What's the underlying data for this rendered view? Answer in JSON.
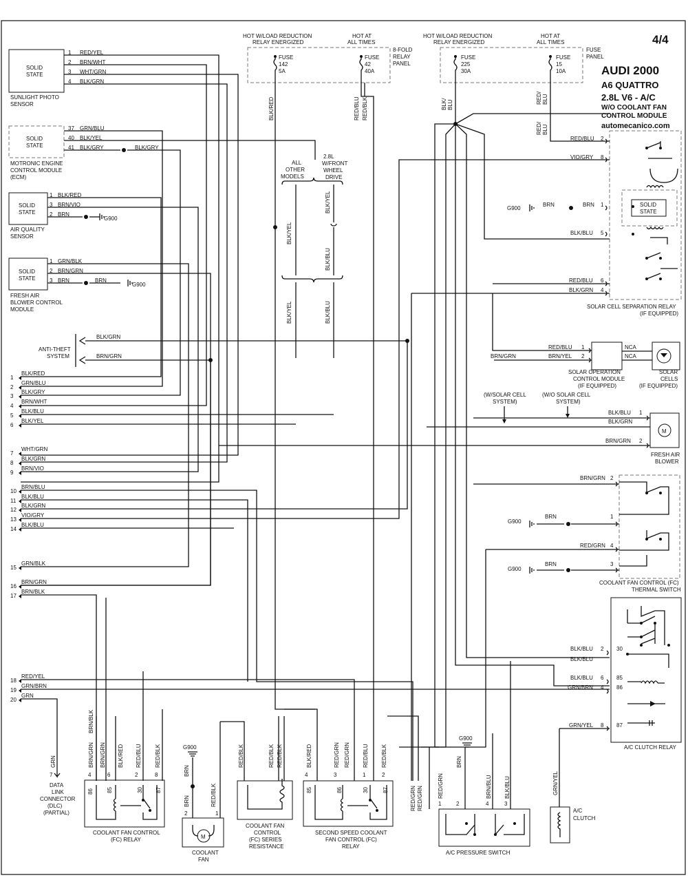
{
  "page": {
    "number": "4/4"
  },
  "title": {
    "make_year": "AUDI 2000",
    "model": "A6 QUATTRO",
    "engine": "2.8L  V6  -  A/C",
    "variant_line1": "W/O COOLANT FAN",
    "variant_line2": "CONTROL MODULE",
    "site": "automecanico.com"
  },
  "relay_panel": {
    "label_left_1": "HOT W/LOAD REDUCTION",
    "label_left_2": "RELAY ENERGIZED",
    "label_right_1": "HOT AT",
    "label_right_2": "ALL TIMES",
    "panel_name_1": "8-FOLD",
    "panel_name_2": "RELAY",
    "panel_name_3": "PANEL",
    "fuse_a": [
      "FUSE",
      "142",
      "5A"
    ],
    "fuse_b": [
      "FUSE",
      "42",
      "40A"
    ]
  },
  "fuse_panel": {
    "label_left_1": "HOT W/LOAD REDUCTION",
    "label_left_2": "RELAY ENERGIZED",
    "label_right_1": "HOT AT",
    "label_right_2": "ALL TIMES",
    "panel_name_1": "FUSE",
    "panel_name_2": "PANEL",
    "fuse_a": [
      "FUSE",
      "225",
      "30A"
    ],
    "fuse_b": [
      "FUSE",
      "15",
      "10A"
    ]
  },
  "components": {
    "sunlight_sensor": {
      "inner": [
        "SOLID",
        "STATE"
      ],
      "name": [
        "SUNLIGHT PHOTO",
        "SENSOR"
      ],
      "pins": [
        [
          "1",
          "RED/YEL"
        ],
        [
          "2",
          "BRN/WHT"
        ],
        [
          "3",
          "WHT/GRN"
        ],
        [
          "4",
          "BLK/GRN"
        ]
      ]
    },
    "ecm": {
      "inner": [
        "SOLID",
        "STATE"
      ],
      "name": [
        "MOTRONIC ENGINE",
        "CONTROL MODULE",
        "(ECM)"
      ],
      "pins": [
        [
          "37",
          "GRN/BLU"
        ],
        [
          "40",
          "BLK/YEL"
        ],
        [
          "41",
          "BLK/GRY"
        ]
      ],
      "splice_wire": "BLK/GRY"
    },
    "air_quality": {
      "inner": [
        "SOLID",
        "STATE"
      ],
      "name": [
        "AIR QUALITY",
        "SENSOR"
      ],
      "pins": [
        [
          "1",
          "BLK/RED"
        ],
        [
          "3",
          "BRN/VIO"
        ],
        [
          "2",
          "BRN"
        ]
      ],
      "ground": "G900"
    },
    "fresh_air_module": {
      "inner": [
        "SOLID",
        "STATE"
      ],
      "name": [
        "FRESH AIR",
        "BLOWER CONTROL",
        "MODULE"
      ],
      "pins": [
        [
          "1",
          "GRN/BLK"
        ],
        [
          "2",
          "BRN/GRN"
        ],
        [
          "3",
          "BRN"
        ]
      ],
      "splice_wire": "BRN",
      "ground": "G900"
    },
    "anti_theft": {
      "name": [
        "ANTI-THEFT",
        "SYSTEM"
      ],
      "wires": [
        "BLK/GRN",
        "BRN/GRN"
      ]
    },
    "solar_relay": {
      "name": [
        "SOLAR CELL SEPARATION RELAY",
        "(IF EQUIPPED)"
      ],
      "inner": [
        "SOLID",
        "STATE"
      ],
      "pins": [
        [
          "RED/BLU",
          "2"
        ],
        [
          "VIO/GRY",
          "8"
        ],
        [
          "BRN",
          "1"
        ],
        [
          "BLK/BLU",
          "5"
        ],
        [
          "RED/BLU",
          "6"
        ],
        [
          "BLK/GRN",
          "4"
        ]
      ],
      "ground_wire": "BRN",
      "ground": "G900"
    },
    "solar_module": {
      "name": [
        "SOLAR OPERATION",
        "CONTROL MODULE",
        "(IF EQUIPPED)"
      ],
      "pins": [
        [
          "RED/BLU",
          "1"
        ],
        [
          "BRN/YEL",
          "2"
        ]
      ],
      "left_wire": "BRN/GRN",
      "nca": "NCA"
    },
    "solar_cells": {
      "name": [
        "SOLAR",
        "CELLS",
        "(IF EQUIPPED)"
      ]
    },
    "solar_notes": {
      "with": [
        "(W/SOLAR CELL",
        "SYSTEM)"
      ],
      "without": [
        "(W/O SOLAR CELL",
        "SYSTEM)"
      ]
    },
    "fresh_air_blower": {
      "name": [
        "FRESH AIR",
        "BLOWER"
      ],
      "pins": [
        [
          "BLK/BLU",
          "1"
        ],
        [
          "BLK/GRN",
          ""
        ],
        [
          "BRN/GRN",
          "2"
        ]
      ],
      "motor": "M"
    },
    "thermal_switch": {
      "name": [
        "COOLANT FAN CONTROL (FC)",
        "THERMAL SWITCH"
      ],
      "pins": [
        [
          "BRN/GRN",
          "2"
        ],
        [
          "BRN",
          "1"
        ],
        [
          "RED/GRN",
          "4"
        ],
        [
          "BRN",
          "3"
        ]
      ],
      "ground_wire": "BRN",
      "ground": "G900"
    },
    "ac_clutch_relay": {
      "name": [
        "A/C CLUTCH RELAY"
      ],
      "pins": [
        [
          "BLK/BLU",
          "2",
          "30"
        ],
        [
          "BLK/BLU",
          "",
          ""
        ],
        [
          "BLK/BLU",
          "6",
          "85"
        ],
        [
          "GRN/BRN",
          "4",
          "86"
        ],
        [
          "GRN/YEL",
          "8",
          "87"
        ]
      ]
    },
    "engine_split": {
      "left": [
        "ALL",
        "OTHER",
        "MODELS"
      ],
      "right": [
        "2.8L",
        "W/FRONT",
        "WHEEL",
        "DRIVE"
      ],
      "wires": [
        "BLK/YEL",
        "BLK/YEL",
        "BLK/BLU",
        "BLK/YEL",
        "BLK/BLU"
      ]
    },
    "dlc": {
      "name": [
        "DATA",
        "LINK",
        "CONNECTOR",
        "(DLC)",
        "(PARTIAL)"
      ],
      "pin": "7",
      "wire": "GRN"
    },
    "fc_relay": {
      "name": [
        "COOLANT FAN CONTROL",
        "(FC) RELAY"
      ],
      "pins": [
        [
          "4",
          "BRN/GRN"
        ],
        [
          "6",
          "BRN/GRN"
        ],
        [
          "6",
          "BLK/RED"
        ],
        [
          "2",
          "RED/BLU"
        ],
        [
          "8",
          "RED/BLK"
        ]
      ],
      "terminals": [
        "86",
        "85",
        "30",
        "87"
      ],
      "top_wire": "BRN/BLK"
    },
    "coolant_fan": {
      "name": [
        "COOLANT",
        "FAN"
      ],
      "pins": [
        [
          "2",
          "BRN"
        ],
        [
          "1",
          "RED/BLK"
        ]
      ],
      "ground": "G900",
      "ground_wire": "BRN",
      "motor": "M"
    },
    "series_resistance": {
      "name": [
        "COOLANT FAN",
        "CONTROL",
        "(FC) SERIES",
        "RESISTANCE"
      ],
      "wires": [
        "RED/BLK",
        "RED/BLK",
        "RED/BLK"
      ]
    },
    "second_speed_relay": {
      "name": [
        "SECOND SPEED COOLANT",
        "FAN CONTROL (FC)",
        "RELAY"
      ],
      "pins": [
        [
          "4",
          "BLK/RED"
        ],
        [
          "3",
          "RED/GRN"
        ],
        [
          "1",
          "RED/GRN"
        ],
        [
          "2",
          "RED/BLU"
        ],
        [
          "",
          "RED/BLK"
        ]
      ],
      "terminals": [
        "85",
        "86",
        "30",
        "87"
      ]
    },
    "ac_pressure_switch": {
      "name": [
        "A/C PRESSURE SWITCH"
      ],
      "pins": [
        [
          "1",
          "RED/GRN"
        ],
        [
          "2",
          "BRN"
        ],
        [
          "4",
          "BRN/BLU"
        ],
        [
          "3",
          "BLK/BLU"
        ]
      ],
      "ground": "G900",
      "side_wires": [
        "RED/GRN",
        "RED/GRN"
      ]
    },
    "ac_clutch": {
      "name": [
        "A/C",
        "CLUTCH"
      ],
      "wire": "GRN/YEL"
    }
  },
  "connector_left": [
    [
      "1",
      "BLK/RED"
    ],
    [
      "2",
      "GRN/BLU"
    ],
    [
      "3",
      "BLK/GRY"
    ],
    [
      "4",
      "BRN/WHT"
    ],
    [
      "5",
      "BLK/BLU"
    ],
    [
      "6",
      "BLK/YEL"
    ],
    [
      "7",
      "WHT/GRN"
    ],
    [
      "8",
      "BLK/GRN"
    ],
    [
      "9",
      "BRN/VIO"
    ],
    [
      "10",
      "BRN/BLU"
    ],
    [
      "11",
      "BLK/BLU"
    ],
    [
      "12",
      "BLK/GRN"
    ],
    [
      "13",
      "VIO/GRY"
    ],
    [
      "14",
      "BLK/BLU"
    ],
    [
      "15",
      "GRN/BLK"
    ],
    [
      "16",
      "BRN/GRN"
    ],
    [
      "17",
      "BRN/BLK"
    ],
    [
      "18",
      "RED/YEL"
    ],
    [
      "19",
      "GRN/BRN"
    ],
    [
      "20",
      "GRN"
    ]
  ],
  "vertical_labels": {
    "relay_out_a": "BLK/RED",
    "relay_out_b1": "RED/BLU",
    "relay_out_b2": "RED/BLK",
    "fuse_out_a1": "BLK/",
    "fuse_out_a2": "BLU",
    "fuse_out_b1": "RED/",
    "fuse_out_b2": "BLU",
    "fuse_out_c1": "RED/",
    "fuse_out_c2": "BLU"
  }
}
